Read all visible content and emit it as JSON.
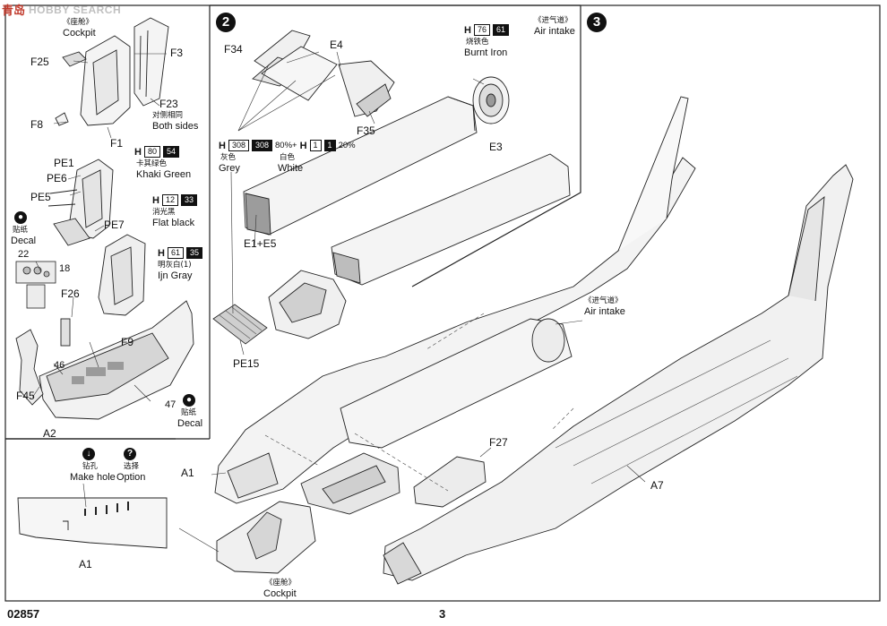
{
  "watermark": {
    "cn": "青岛",
    "en": "HOBBY SEARCH"
  },
  "footer": {
    "code": "02857",
    "page": "3"
  },
  "steps": {
    "s2": "2",
    "s3": "3"
  },
  "panel1": {
    "cockpit_cn": "《座舱》",
    "cockpit_en": "Cockpit",
    "parts": {
      "F25": "F25",
      "F3": "F3",
      "F23": "F23",
      "F8": "F8",
      "F1": "F1",
      "PE1": "PE1",
      "PE6": "PE6",
      "PE5": "PE5",
      "PE7": "PE7",
      "n22": "22",
      "n18": "18",
      "F26": "F26",
      "F9": "F9",
      "n46": "46",
      "n47": "47",
      "F45": "F45",
      "A2": "A2"
    },
    "both_sides_cn": "对侧相同",
    "both_sides_en": "Both sides",
    "paint_khaki": {
      "h": "H",
      "a": "80",
      "b": "54",
      "cn": "卡其绿色",
      "en": "Khaki Green"
    },
    "paint_black": {
      "h": "H",
      "a": "12",
      "b": "33",
      "cn": "消光黑",
      "en": "Flat black"
    },
    "paint_ijn": {
      "h": "H",
      "a": "61",
      "b": "35",
      "cn": "明灰白(1)",
      "en": "Ijn Gray"
    },
    "decal1_cn": "贴纸",
    "decal1_en": "Decal",
    "decal2_cn": "贴纸",
    "decal2_en": "Decal"
  },
  "panel2": {
    "parts": {
      "F34": "F34",
      "E4": "E4",
      "F35": "F35",
      "E3": "E3",
      "E1E5": "E1+E5",
      "PE15": "PE15"
    },
    "paint_burnt": {
      "h": "H",
      "a": "76",
      "b": "61",
      "cn": "烧铁色",
      "en": "Burnt Iron"
    },
    "air_intake_cn": "《进气道》",
    "air_intake_en": "Air intake",
    "paint_mix": {
      "h1": "H",
      "a": "308",
      "b": "308",
      "p1": "80%+",
      "h2": "H",
      "c": "1",
      "d": "1",
      "p2": "20%"
    },
    "grey_cn": "灰色",
    "grey_en": "Grey",
    "white_cn": "白色",
    "white_en": "White"
  },
  "panel3": {
    "air_intake_cn": "《进气道》",
    "air_intake_en": "Air intake",
    "parts": {
      "F27": "F27",
      "A1": "A1",
      "A7": "A7"
    },
    "cockpit_cn": "《座舱》",
    "cockpit_en": "Cockpit"
  },
  "inset": {
    "make_hole_cn": "钻孔",
    "make_hole_en": "Make hole",
    "option_cn": "选择",
    "option_en": "Option",
    "a1": "A1"
  }
}
